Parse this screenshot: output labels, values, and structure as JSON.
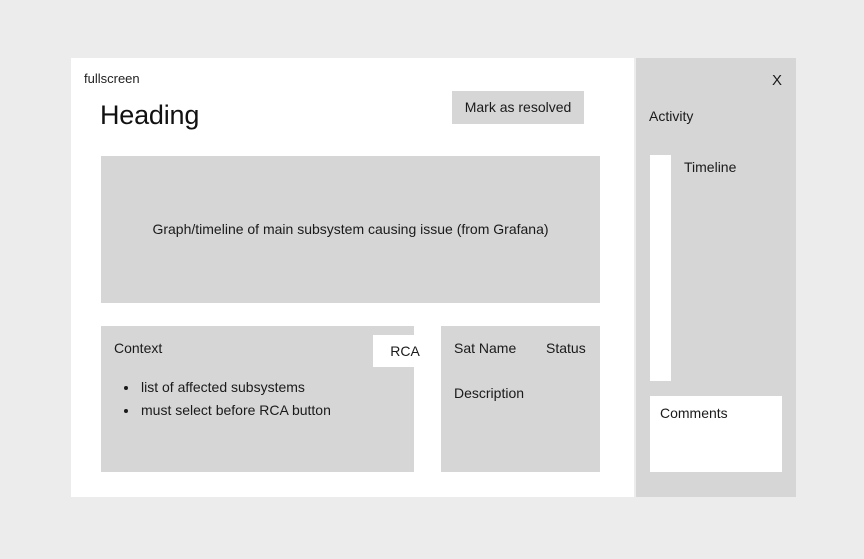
{
  "canvas": {
    "background_color": "#ececec",
    "panel_color": "#d6d6d6",
    "card_color": "#ffffff",
    "text_color": "#1a1a1a"
  },
  "modal": {
    "breadcrumb": "fullscreen",
    "title": "Heading",
    "resolve_button": "Mark as resolved"
  },
  "graph": {
    "placeholder": "Graph/timeline of main subsystem causing issue (from Grafana)"
  },
  "context": {
    "title": "Context",
    "rca_button": "RCA",
    "items": [
      "list of affected subsystems",
      "must select before RCA button"
    ]
  },
  "satellite": {
    "name_label": "Sat Name",
    "status_label": "Status",
    "description_label": "Description"
  },
  "activity": {
    "close_label": "X",
    "title": "Activity",
    "timeline_label": "Timeline",
    "comments_label": "Comments"
  }
}
